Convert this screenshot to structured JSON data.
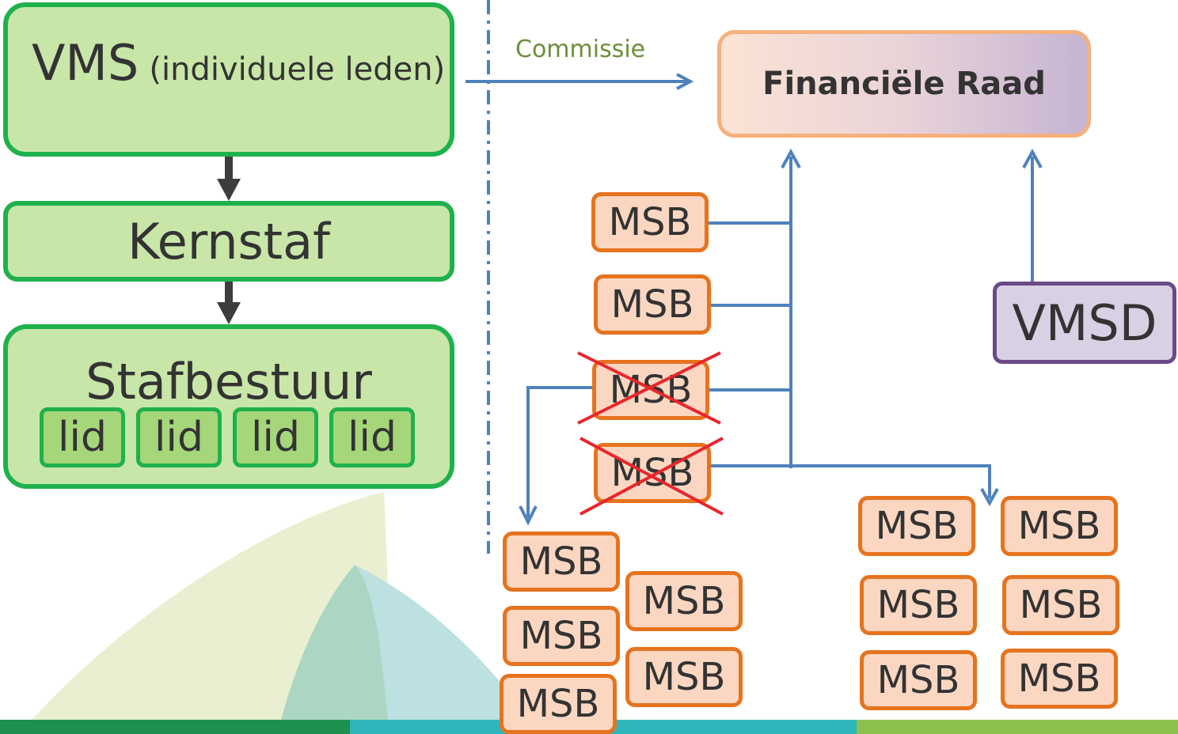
{
  "left": {
    "vms": {
      "title": "VMS",
      "subtitle": "(individuele leden)"
    },
    "kernstaf": "Kernstaf",
    "stafbestuur": "Stafbestuur",
    "lids": [
      "lid",
      "lid",
      "lid",
      "lid"
    ]
  },
  "commissie": "Commissie",
  "financiele_raad": "Financiële Raad",
  "vmsd": "VMSD",
  "msb_label": "MSB",
  "colors": {
    "green_fill": "#c8e6a8",
    "green_border": "#1fb14c",
    "orange_fill": "#fbd7c2",
    "orange_border": "#e6731e",
    "purple_fill": "#d9d0e4",
    "purple_border": "#6a4a86",
    "connector": "#4f81bd",
    "cross": "#e8262a",
    "commissie_text": "#6b8f3a"
  }
}
